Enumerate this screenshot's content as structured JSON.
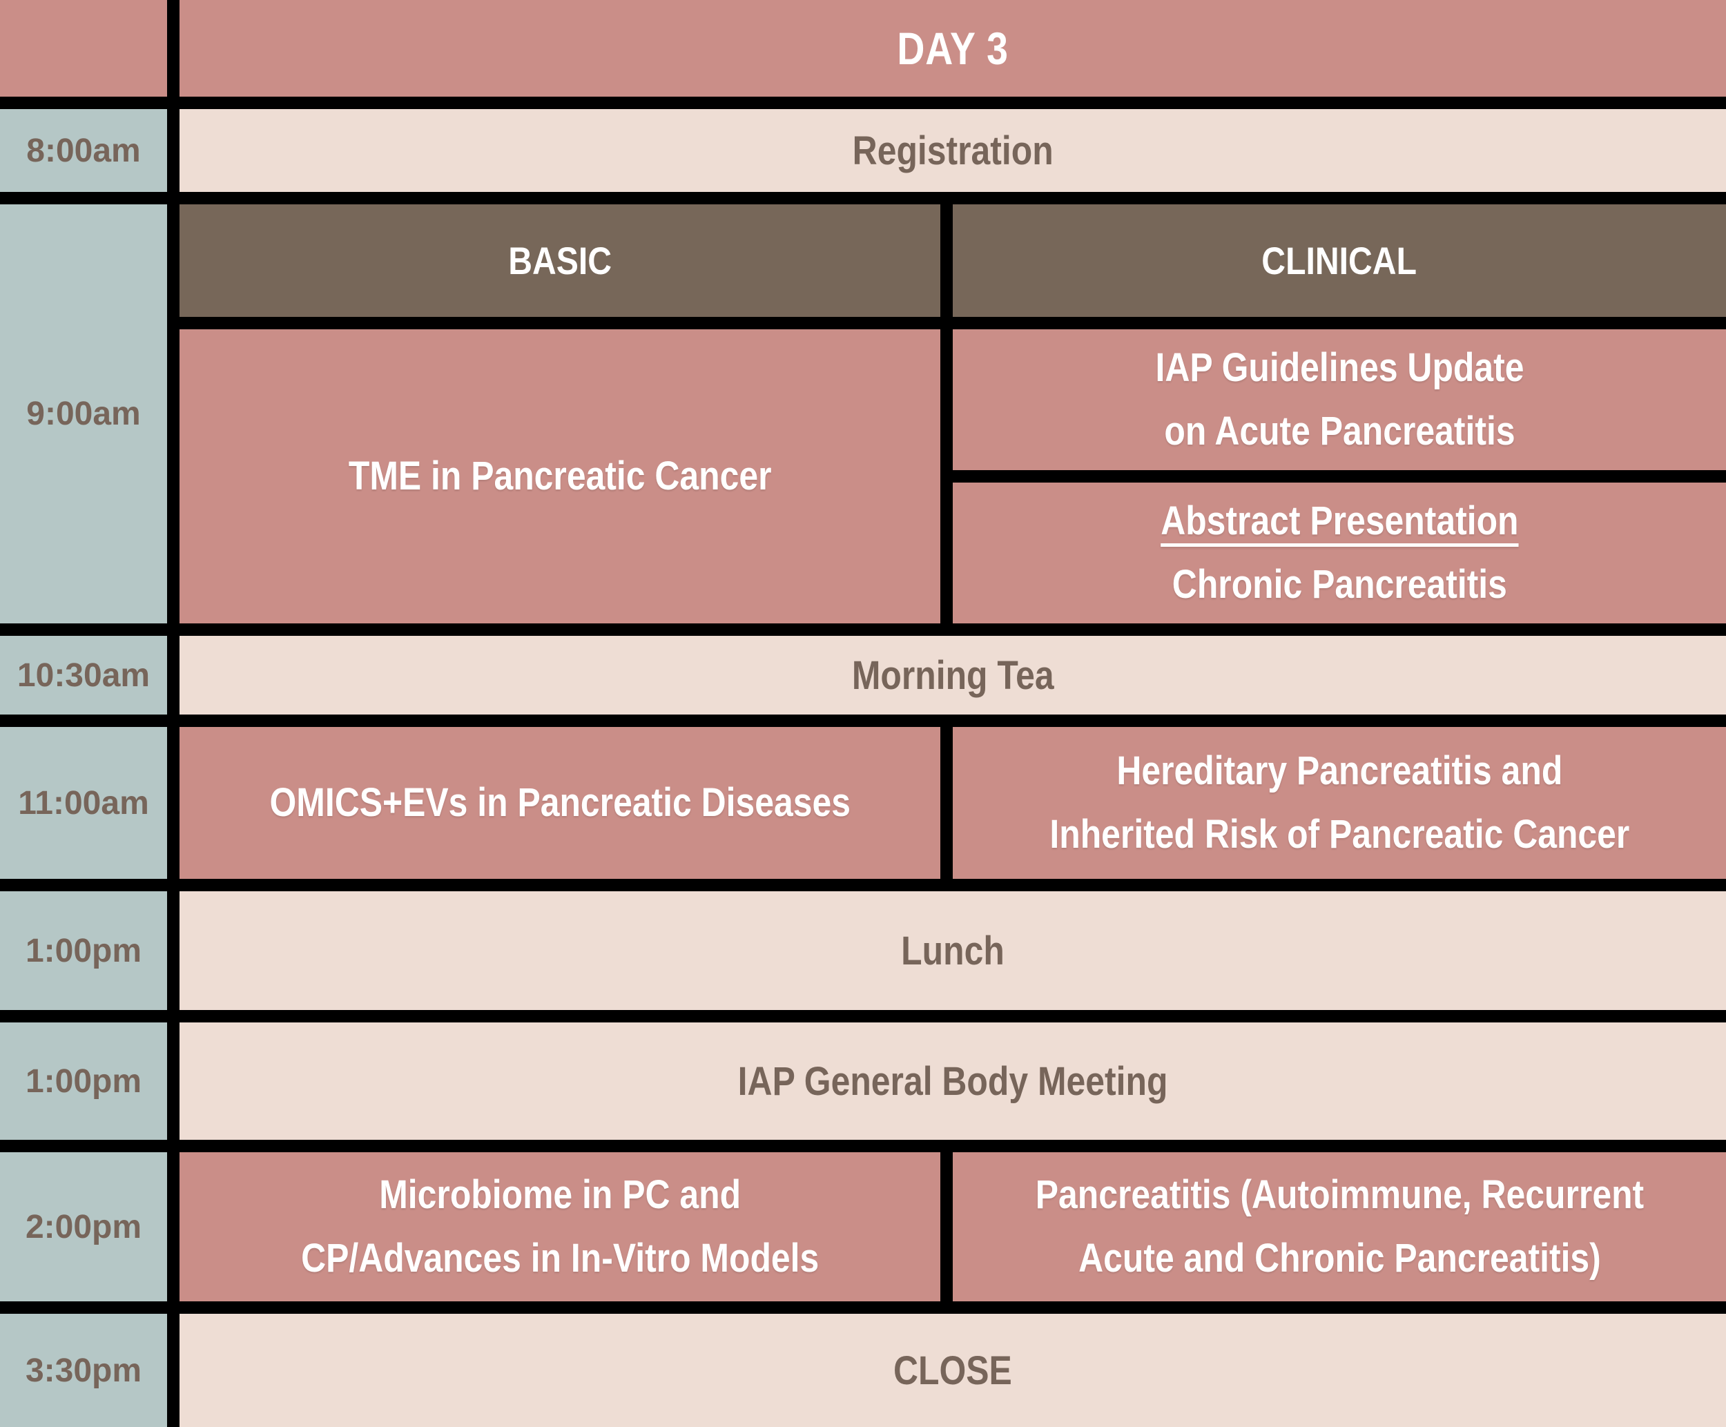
{
  "schedule": {
    "title": "DAY 3",
    "tracks": {
      "basic": "BASIC",
      "clinical": "CLINICAL"
    },
    "times": {
      "registration": "8:00am",
      "morning_session": "9:00am",
      "morning_tea": "10:30am",
      "late_morning": "11:00am",
      "lunch": "1:00pm",
      "meeting": "1:00pm",
      "afternoon": "2:00pm",
      "close": "3:30pm"
    },
    "events": {
      "registration": {
        "label": "Registration"
      },
      "tme": {
        "label": "TME in Pancreatic Cancer"
      },
      "iap_guidelines": {
        "line1": "IAP Guidelines Update",
        "line2": "on Acute Pancreatitis"
      },
      "abstract": {
        "title": "Abstract Presentation",
        "subtitle": "Chronic Pancreatitis"
      },
      "morning_tea": {
        "label": "Morning Tea"
      },
      "omics": {
        "label": "OMICS+EVs in Pancreatic Diseases"
      },
      "hereditary": {
        "line1": "Hereditary Pancreatitis and",
        "line2": "Inherited Risk of Pancreatic Cancer"
      },
      "lunch": {
        "label": "Lunch"
      },
      "general_body_meeting": {
        "label": "IAP General Body Meeting"
      },
      "microbiome": {
        "line1": "Microbiome in PC and",
        "line2": "CP/Advances in In-Vitro Models"
      },
      "pancreatitis": {
        "line1": "Pancreatitis (Autoimmune, Recurrent",
        "line2": "Acute and Chronic Pancreatitis)"
      },
      "close": {
        "label": "CLOSE"
      }
    }
  },
  "colors": {
    "salmon": "#ca8e88",
    "teal": "#b5c7c6",
    "cream": "#eeddd4",
    "taupe": "#776759",
    "grid_black": "#000000",
    "muted_text": "#77655a",
    "light_text": "#ffffff"
  }
}
